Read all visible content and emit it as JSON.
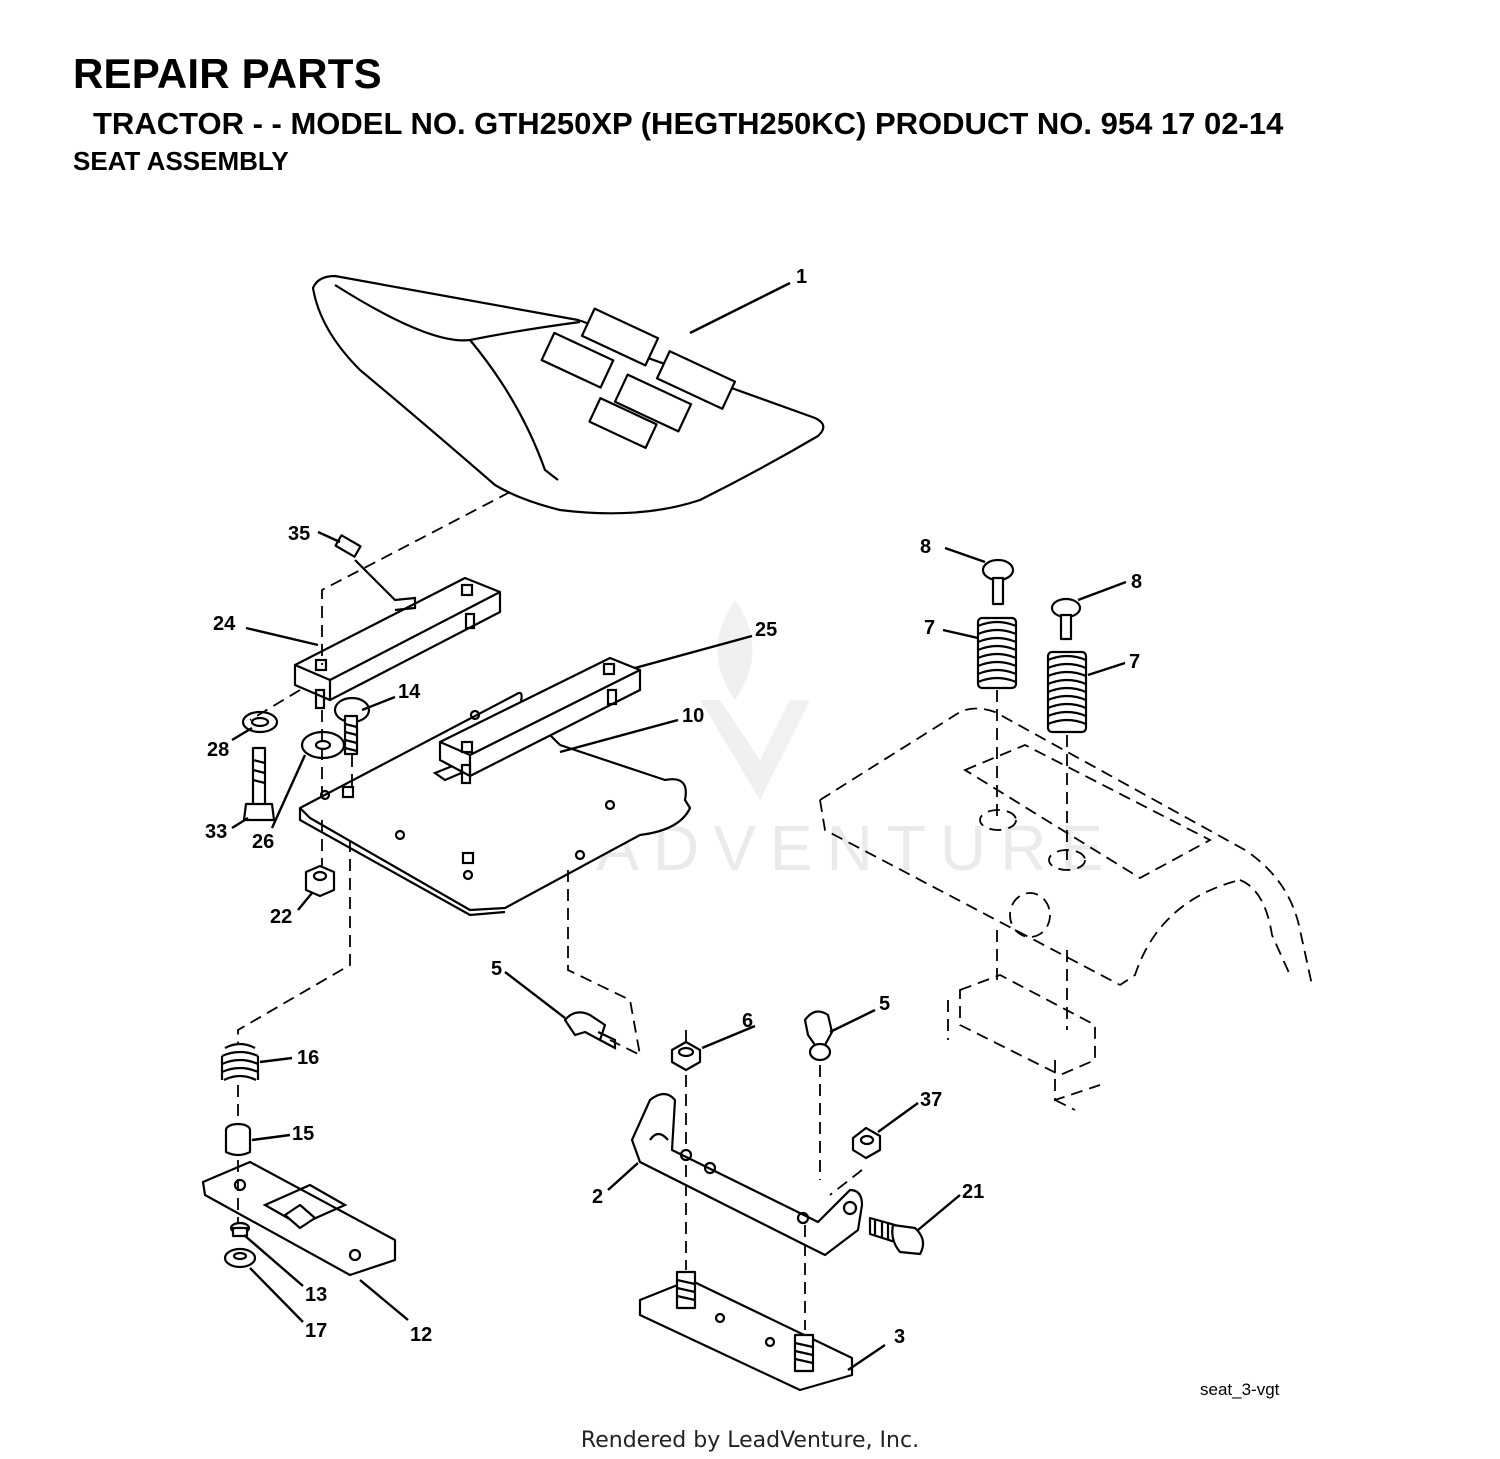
{
  "header": {
    "title": "REPAIR PARTS",
    "subtitle": "TRACTOR - - MODEL NO. GTH250XP (HEGTH250KC) PRODUCT NO. 954 17 02-14",
    "section": "SEAT ASSEMBLY"
  },
  "watermark": {
    "text": "LEADVENTURE"
  },
  "figure_code": "seat_3-vgt",
  "footer": "Rendered by LeadVenture, Inc.",
  "callouts": {
    "c1": "1",
    "c2": "2",
    "c3": "3",
    "c5a": "5",
    "c5b": "5",
    "c6": "6",
    "c7a": "7",
    "c7b": "7",
    "c8a": "8",
    "c8b": "8",
    "c10": "10",
    "c12": "12",
    "c13": "13",
    "c14": "14",
    "c15": "15",
    "c16": "16",
    "c17": "17",
    "c21": "21",
    "c22": "22",
    "c24": "24",
    "c25": "25",
    "c26": "26",
    "c28": "28",
    "c33": "33",
    "c35": "35",
    "c37": "37"
  }
}
